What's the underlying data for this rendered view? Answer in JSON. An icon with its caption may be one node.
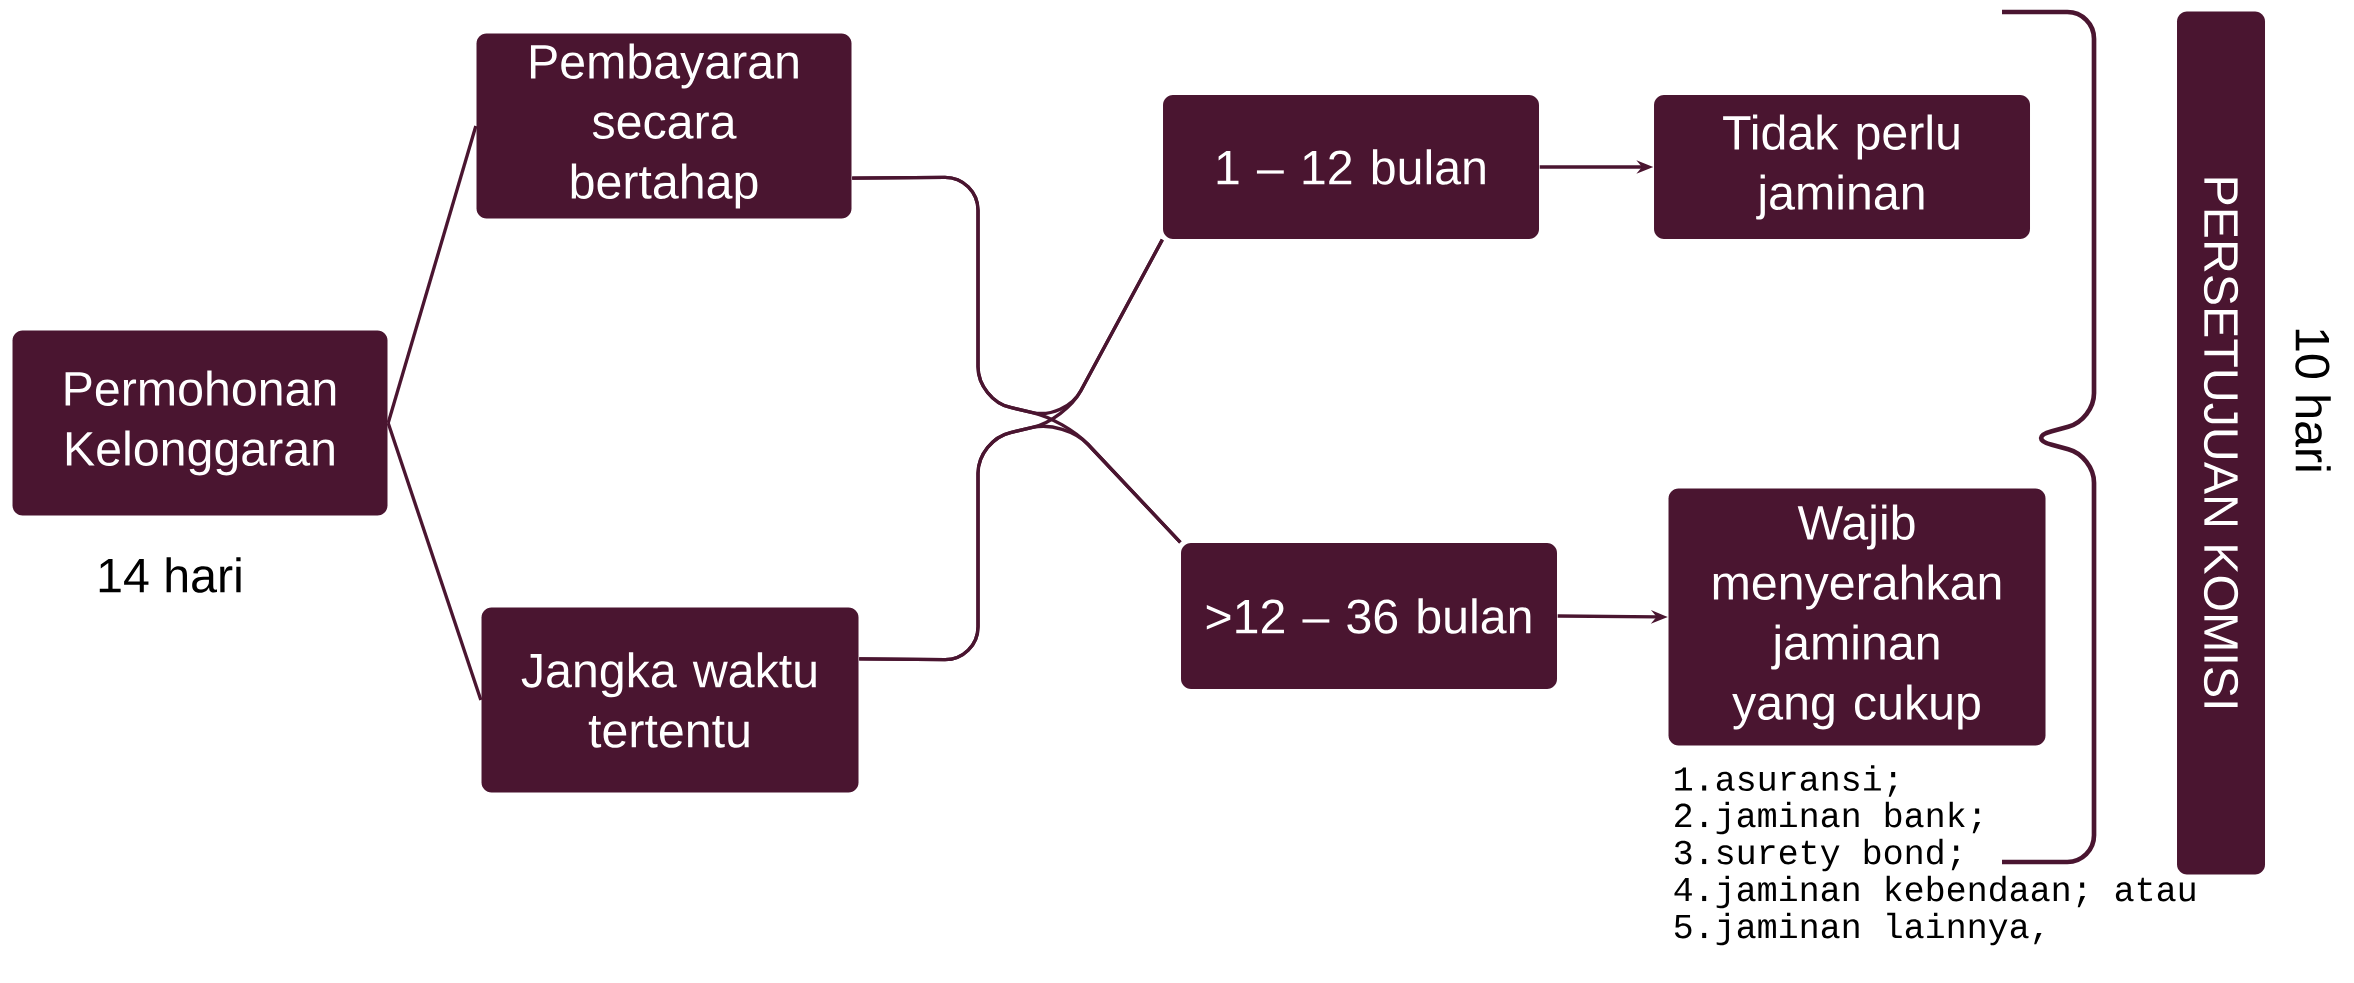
{
  "diagram": {
    "nodes": [
      {
        "text": [
          "Permohonan Kelonggaran"
        ],
        "beside": [
          "14 hari"
        ]
      },
      {
        "text": [
          "Pembayaran secara bertahap"
        ]
      },
      {
        "text": [
          "Jangka waktu tertentu"
        ]
      },
      {
        "text": [
          "1 – 12 bulan"
        ]
      },
      {
        "text": [
          ">12 – 36 bulan"
        ]
      },
      {
        "text": [
          "Tidak perlu jaminan"
        ]
      },
      {
        "text": [
          "Wajib menyerahkan jaminan yang cukup"
        ],
        "beside": [
          "1.asuransi;",
          "2.jaminan bank;",
          "3.surety bond;",
          "4.jaminan kebendaan; atau",
          "5.jaminan lainnya,"
        ]
      },
      {
        "text": [
          "PERSETUJUAN KOMISI"
        ],
        "beside": [
          "10 hari"
        ]
      }
    ],
    "edges": [
      {
        "from": 0,
        "to": 1,
        "arrow": "none"
      },
      {
        "from": 0,
        "to": 2,
        "arrow": "none"
      },
      {
        "from": 1,
        "to": 3,
        "arrow": "none"
      },
      {
        "from": 1,
        "to": 4,
        "arrow": "none"
      },
      {
        "from": 2,
        "to": 3,
        "arrow": "none"
      },
      {
        "from": 2,
        "to": 4,
        "arrow": "none"
      },
      {
        "from": 3,
        "to": 5,
        "arrow": "to"
      },
      {
        "from": 4,
        "to": 6,
        "arrow": "to"
      }
    ]
  }
}
